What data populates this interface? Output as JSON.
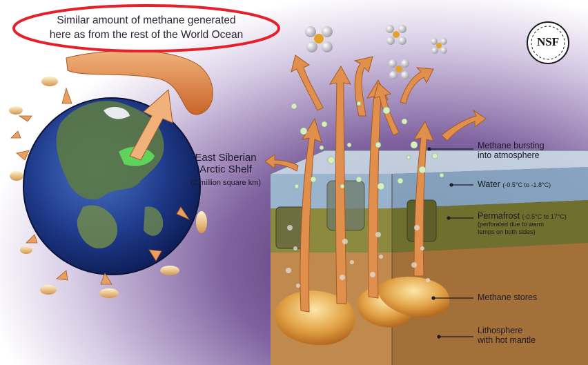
{
  "callout": {
    "text_line1": "Similar amount of methane generated",
    "text_line2": "here as from the rest of the World Ocean",
    "outline_color": "#e5202a"
  },
  "shelf_label": {
    "title_line1": "East Siberian",
    "title_line2": "Arctic Shelf",
    "subtitle": "(2 million square km)"
  },
  "logo": {
    "text": "NSF"
  },
  "layers": [
    {
      "main_line1": "Methane bursting",
      "main_line2": "into atmosphere"
    },
    {
      "main": "Water",
      "range": "(-0.5°C to -1.8°C)"
    },
    {
      "main": "Permafrost",
      "range": "(-0.5°C to 17°C)",
      "note_line1": "(perforated due to warm",
      "note_line2": "temps on both sides)"
    },
    {
      "main": "Methane stores"
    },
    {
      "main_line1": "Lithosphere",
      "main_line2": "with hot mantle"
    }
  ],
  "icons": [
    "globe-icon",
    "methane-molecule-icon",
    "nsf-logo-icon"
  ],
  "colors": {
    "background_purple": "#6a4a8a",
    "methane_plume": "#e8a060",
    "water": "#a8c4d8",
    "permafrost": "#8c8c44",
    "sediment": "#b8864e"
  }
}
